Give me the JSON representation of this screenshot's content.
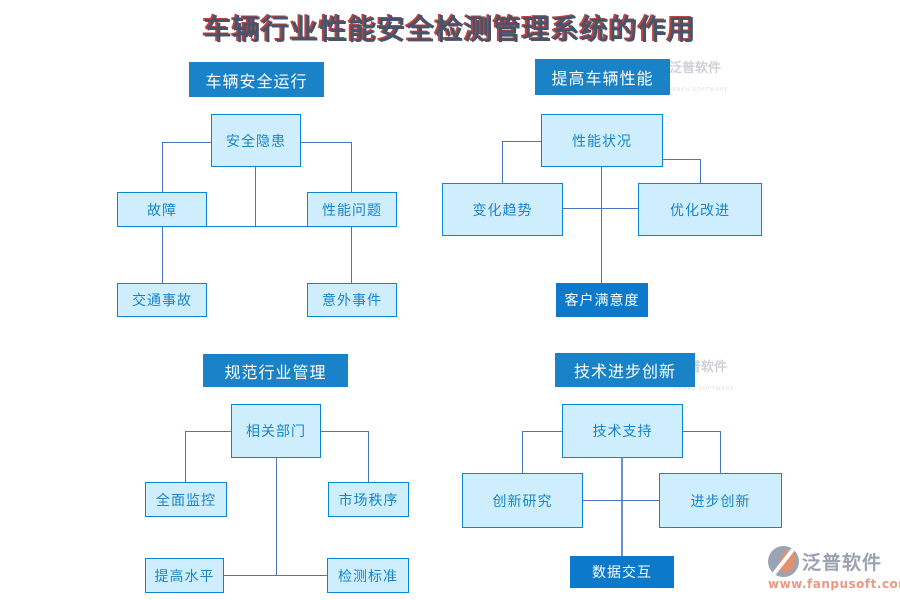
{
  "title": "车辆行业性能安全检测管理系统的作用",
  "quadrants": [
    {
      "header": "车辆安全运行",
      "nodes": {
        "top": "安全隐患",
        "left": "故障",
        "right": "性能问题",
        "bottom_left": "交通事故",
        "bottom_right": "意外事件"
      }
    },
    {
      "header": "提高车辆性能",
      "nodes": {
        "top": "性能状况",
        "left": "变化趋势",
        "right": "优化改进",
        "bottom": "客户满意度"
      }
    },
    {
      "header": "规范行业管理",
      "nodes": {
        "top": "相关部门",
        "left": "全面监控",
        "right": "市场秩序",
        "bottom_left": "提高水平",
        "bottom_right": "检测标准"
      }
    },
    {
      "header": "技术进步创新",
      "nodes": {
        "top": "技术支持",
        "left": "创新研究",
        "right": "进步创新",
        "bottom": "数据交互"
      }
    }
  ],
  "watermark": {
    "text": "泛普软件",
    "subtext": "FANPU SOFTWARE"
  },
  "logo": {
    "name": "泛普软件",
    "url": "www.fanpusoft.com"
  },
  "colors": {
    "header_bg": "#1a82c6",
    "node_bg": "#cfeefd",
    "node_border": "#0c86d0",
    "node_text": "#1985c9",
    "dark_node_bg": "#0c79ca",
    "connector": "#4a74bd",
    "title_main": "#46536b",
    "title_shadow": "#b8453e",
    "logo_text": "#9aa1b1",
    "logo_url_text": "#e89a82"
  }
}
